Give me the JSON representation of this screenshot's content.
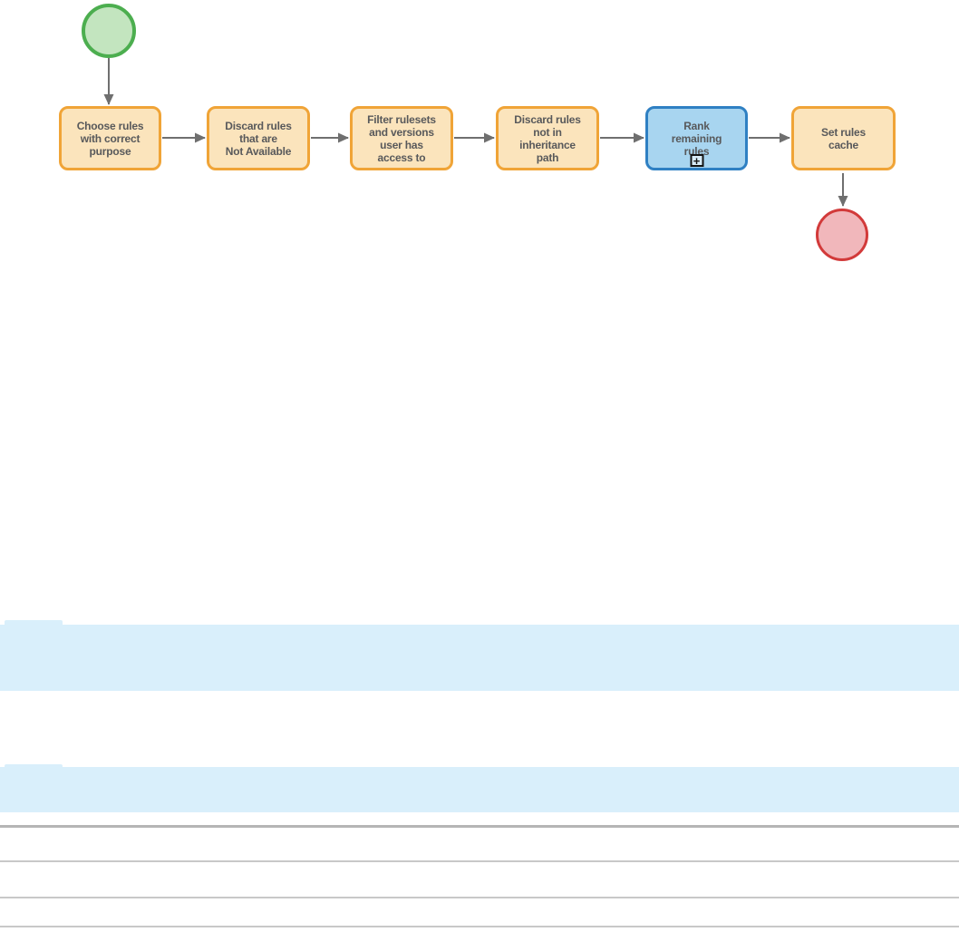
{
  "diagram": {
    "start_event": {
      "kind": "start-event"
    },
    "end_event": {
      "kind": "end-event"
    },
    "nodes": [
      {
        "id": "choose-rules",
        "kind": "task",
        "label": "Choose rules\nwith correct\npurpose"
      },
      {
        "id": "discard-unavailable",
        "kind": "task",
        "label": "Discard rules\nthat are\nNot Available"
      },
      {
        "id": "filter-rulesets",
        "kind": "task",
        "label": "Filter rulesets\nand versions\nuser has\naccess to"
      },
      {
        "id": "discard-inheritance",
        "kind": "task",
        "label": "Discard rules\nnot in\ninheritance\npath"
      },
      {
        "id": "rank-rules",
        "kind": "subprocess",
        "label": "Rank\nremaining\nrules",
        "marker": "+"
      },
      {
        "id": "set-cache",
        "kind": "task",
        "label": "Set rules\ncache"
      }
    ]
  },
  "colors": {
    "start_fill": "#c3e5bf",
    "start_border": "#4cae4f",
    "end_fill": "#f1b7bb",
    "end_border": "#d23a3a",
    "task_fill": "#fbe4bc",
    "task_border": "#f0a437",
    "subprocess_fill": "#a8d5f0",
    "subprocess_border": "#2f80c3",
    "arrow": "#6f6f6f",
    "band_fill": "#d9effb"
  }
}
